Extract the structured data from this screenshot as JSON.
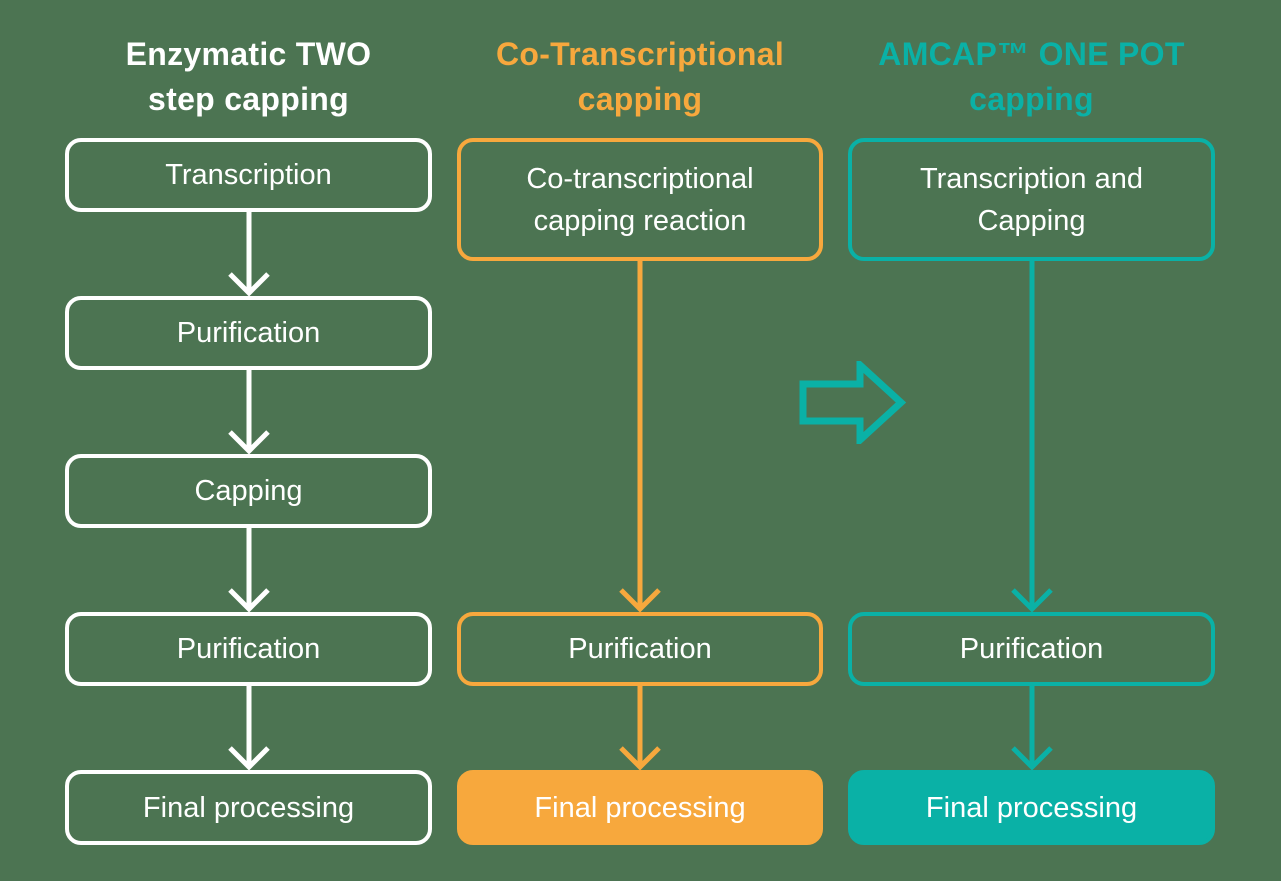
{
  "colors": {
    "background": "#4C7452",
    "white": "#FFFFFF",
    "orange": "#F7A83D",
    "teal": "#0AB1A6"
  },
  "columns": [
    {
      "title": "Enzymatic TWO\nstep capping",
      "steps": [
        "Transcription",
        "Purification",
        "Capping",
        "Purification",
        "Final processing"
      ]
    },
    {
      "title": "Co-Transcriptional\ncapping",
      "steps": [
        "Co-transcriptional\ncapping reaction",
        "Purification",
        "Final processing"
      ]
    },
    {
      "title": "AMCAP™ ONE POT\ncapping",
      "steps": [
        "Transcription and\nCapping",
        "Purification",
        "Final processing"
      ]
    }
  ]
}
